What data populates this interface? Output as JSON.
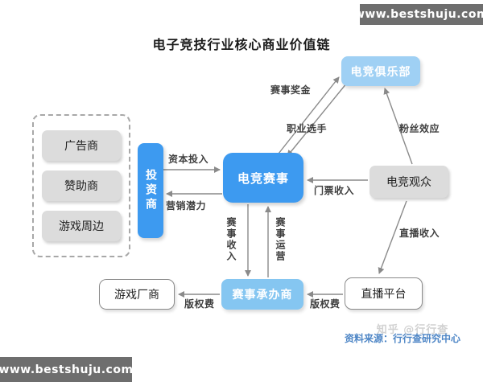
{
  "title": "电子竞技行业核心商业价值链",
  "watermarks": {
    "top_right": "www.bestshuju.com",
    "bottom_left": "www.bestshuju.com",
    "zhihu": "知乎 @行行查"
  },
  "footer": {
    "source": "资料来源：行行查研究中心"
  },
  "nodes": {
    "club": "电竞俱乐部",
    "event": "电竞赛事",
    "investor": "投资商",
    "advertiser": "广告商",
    "sponsor": "赞助商",
    "peripheral": "游戏周边",
    "audience": "电竞观众",
    "game_maker": "游戏厂商",
    "organizer": "赛事承办商",
    "stream_platform": "直播平台"
  },
  "edge_labels": {
    "prize": "赛事奖金",
    "players": "职业选手",
    "fan_effect": "粉丝效应",
    "capital": "资本投入",
    "marketing": "营销潜力",
    "ticket": "门票收入",
    "stream_income": "直播收入",
    "event_income": "赛事收入",
    "event_operation": "赛事运营",
    "copyright_to_maker": "版权费",
    "copyright_to_organizer": "版权费"
  },
  "colors": {
    "node_bright_blue": "#3d9af0",
    "node_light_blue": "#9fd0f4",
    "node_mid_blue": "#85c6f1",
    "node_gray": "#dcdcdc",
    "banner_gray": "#6e6e6e",
    "arrow_gray": "#8a8a8a",
    "source_blue": "#4e86c6"
  }
}
